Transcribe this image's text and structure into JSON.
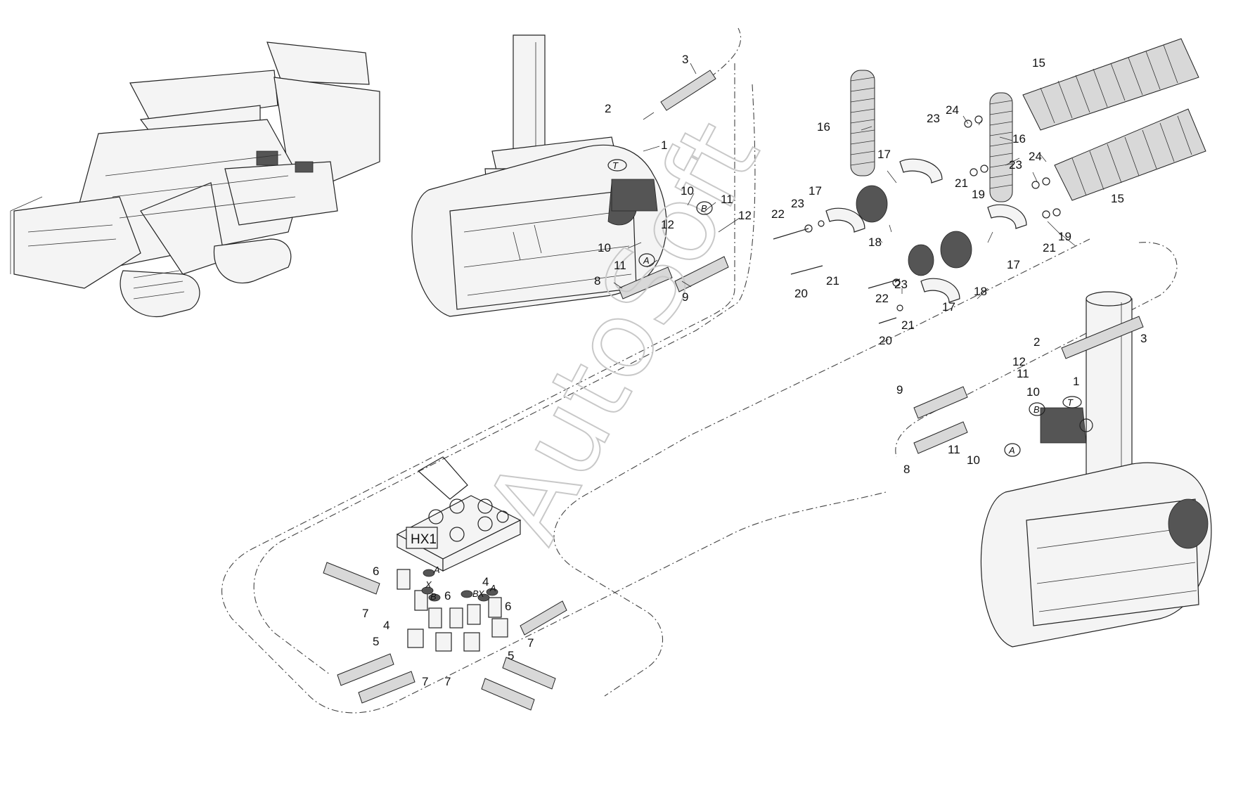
{
  "watermark": "AutoSoft",
  "valve_block_label": "HX1",
  "port_tags": {
    "a_left": "A",
    "b_left": "B",
    "t_left": "T",
    "a_right": "A",
    "b_right": "B",
    "t_right": "T"
  },
  "block_ports": {
    "a1": "A",
    "x1": "X",
    "b1": "B",
    "b2": "B",
    "x2": "X",
    "a2": "A"
  },
  "callouts": {
    "c1a": "1",
    "c2a": "2",
    "c3a": "3",
    "c8a": "8",
    "c9a": "9",
    "c10a": "10",
    "c10b": "10",
    "c11a": "11",
    "c11b": "11",
    "c12a": "12",
    "c12b": "12",
    "c15a": "15",
    "c15b": "15",
    "c16a": "16",
    "c16b": "16",
    "c17a": "17",
    "c17b": "17",
    "c17c": "17",
    "c17d": "17",
    "c18a": "18",
    "c18b": "18",
    "c19a": "19",
    "c19b": "19",
    "c20a": "20",
    "c20b": "20",
    "c21a": "21",
    "c21b": "21",
    "c21c": "21",
    "c21d": "21",
    "c22a": "22",
    "c22b": "22",
    "c23a": "23",
    "c23b": "23",
    "c23c": "23",
    "c24a": "24",
    "c24b": "24",
    "c1b": "1",
    "c2b": "2",
    "c3b": "3",
    "c8b": "8",
    "c9b": "9",
    "c10c": "10",
    "c10d": "10",
    "c11c": "11",
    "c11d": "11",
    "c12c": "12",
    "c4a": "4",
    "c4b": "4",
    "c5a": "5",
    "c5b": "5",
    "c6a": "6",
    "c6b": "6",
    "c6c": "6",
    "c7a": "7",
    "c7b": "7",
    "c7c": "7",
    "c7d": "7"
  }
}
